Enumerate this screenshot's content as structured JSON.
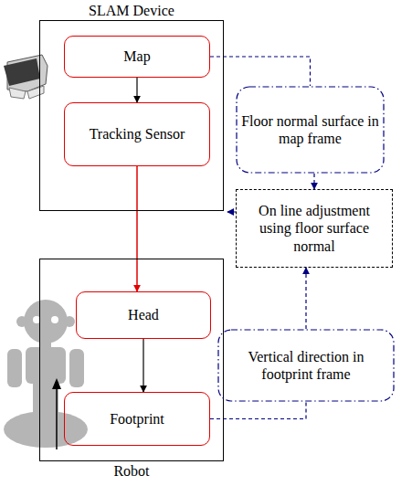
{
  "diagram": {
    "nodes": [
      {
        "text": [
          "SLAM Device"
        ]
      },
      {
        "text": [
          "Map"
        ],
        "in": 0
      },
      {
        "text": [
          "Tracking Sensor"
        ],
        "in": 0
      },
      {
        "text": [
          "Floor normal surface in map frame"
        ]
      },
      {
        "text": [
          "On line adjustment using floor surface normal"
        ]
      },
      {
        "text": [
          "Robot"
        ]
      },
      {
        "text": [
          "Head"
        ],
        "in": 5
      },
      {
        "text": [
          "Footprint"
        ],
        "in": 5
      },
      {
        "text": [
          "Vertical direction in footprint frame"
        ]
      }
    ],
    "edges": [
      {
        "from": 1,
        "to": 2,
        "arrow": "to"
      },
      {
        "from": 2,
        "to": 6,
        "arrow": "to"
      },
      {
        "from": 1,
        "to": 3,
        "arrow": "none"
      },
      {
        "from": 3,
        "to": 4,
        "arrow": "to"
      },
      {
        "from": 6,
        "to": 7,
        "arrow": "to"
      },
      {
        "from": 7,
        "to": 8,
        "arrow": "none"
      },
      {
        "from": 8,
        "to": 4,
        "arrow": "to"
      }
    ]
  }
}
